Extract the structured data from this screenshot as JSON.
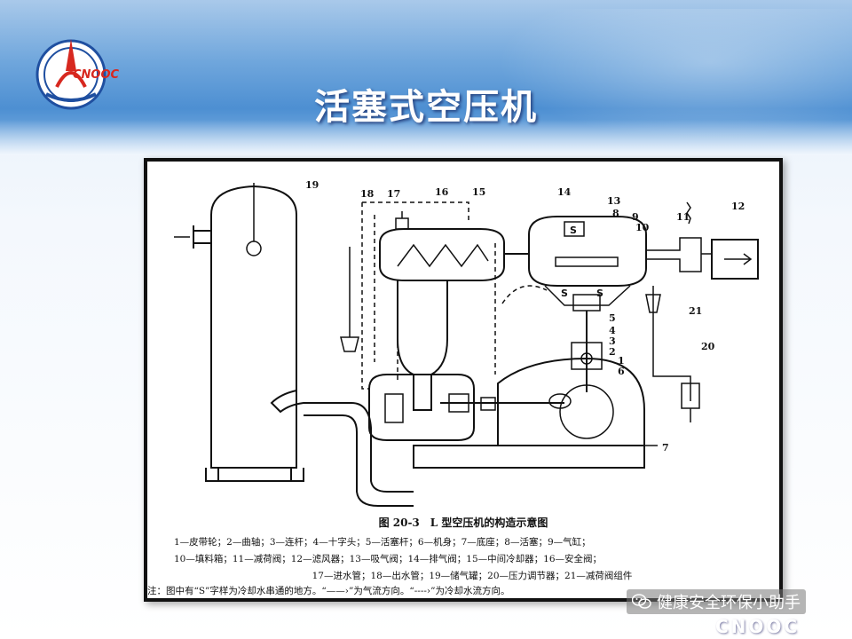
{
  "slide": {
    "title": "活塞式空压机",
    "logo_text": "CNOOC",
    "brand": "CNOOC"
  },
  "figure": {
    "caption": "图 20-3　L 型空压机的构造示意图",
    "legend_lines": [
      "1—皮带轮；2—曲轴；3—连杆；4—十字头；5—活塞杆；6—机身；7—底座；8—活塞；9—气缸；",
      "10—填料箱；11—减荷阀；12—滤风器；13—吸气阀；14—排气阀；15—中间冷却器；16—安全阀；",
      "17—进水管；18—出水管；19—储气罐；20—压力调节器；21—减荷阀组件"
    ],
    "note": "注：图中有“S”字样为冷却水串通的地方。“——›”为气流方向。“----›”为冷却水流方向。",
    "part_numbers": [
      "19",
      "18",
      "17",
      "16",
      "15",
      "14",
      "13",
      "8",
      "9",
      "10",
      "11",
      "12",
      "21",
      "5",
      "4",
      "3",
      "2",
      "1",
      "6",
      "20",
      "7"
    ]
  },
  "watermark": {
    "text": "健康安全环保小助手",
    "icon": "wechat-icon"
  },
  "colors": {
    "band": "#4d8fd2",
    "title": "#ffffff",
    "frame_border": "#111111",
    "logo_red": "#d7281f",
    "logo_blue": "#1f4fa0"
  }
}
